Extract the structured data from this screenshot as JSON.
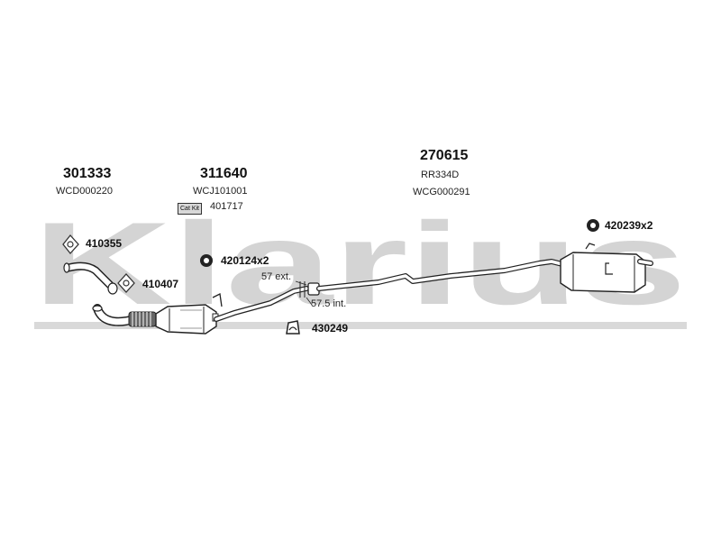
{
  "watermark": {
    "text": "Klarius",
    "color": "#d4d4d4"
  },
  "groups": [
    {
      "part_number": "301333",
      "code": "WCD000220"
    },
    {
      "part_number": "311640",
      "code": "WCJ101001",
      "kit_badge": "Cat Kit",
      "kit_number": "401717"
    },
    {
      "part_number": "270615",
      "code_a": "RR334D",
      "code_b": "WCG000291"
    }
  ],
  "fittings": [
    {
      "number": "410355",
      "icon": "gasket-icon"
    },
    {
      "number": "410407",
      "icon": "gasket-icon"
    },
    {
      "number": "420124x2",
      "icon": "rubber-hanger-icon"
    },
    {
      "number": "430249",
      "icon": "clamp-icon"
    },
    {
      "number": "420239x2",
      "icon": "rubber-hanger-icon"
    }
  ],
  "dimensions": {
    "ext": "57 ext.",
    "int": "57.5 int."
  }
}
